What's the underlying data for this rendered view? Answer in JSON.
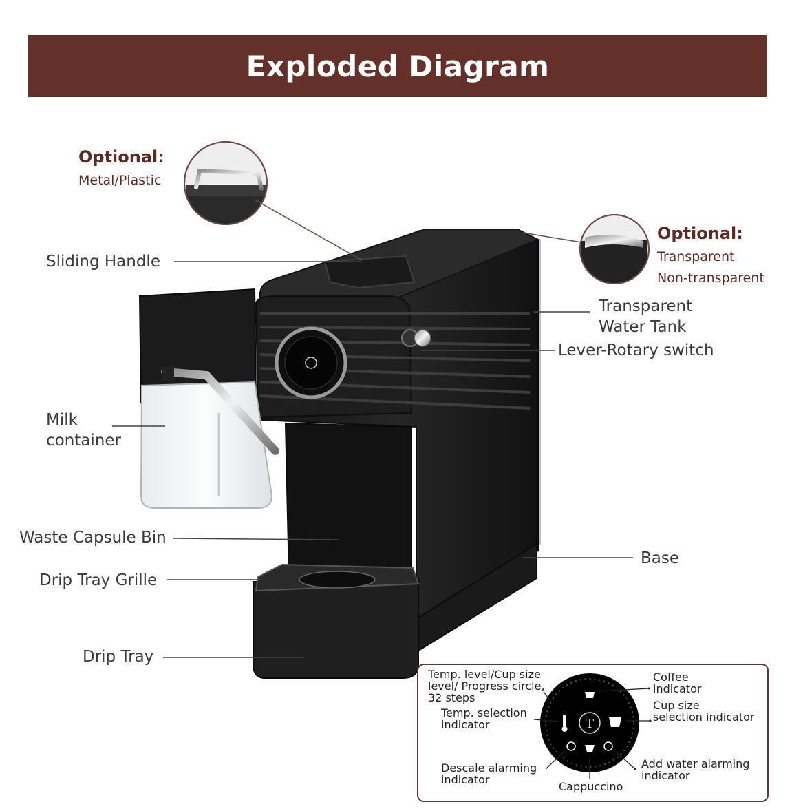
{
  "title": "Exploded Diagram",
  "optional_handle": {
    "heading": "Optional:",
    "option": "Metal/Plastic"
  },
  "optional_tank": {
    "heading": "Optional:",
    "options": [
      "Transparent",
      "Non-transparent"
    ]
  },
  "labels": {
    "sliding_handle": "Sliding Handle",
    "water_tank": [
      "Transparent",
      "Water Tank"
    ],
    "lever_switch": "Lever-Rotary switch",
    "milk_container": [
      "Milk",
      "container"
    ],
    "waste_bin": "Waste Capsule Bin",
    "base": "Base",
    "grille": "Drip Tray Grille",
    "drip_tray": "Drip Tray"
  },
  "panel": {
    "temp_level": [
      "Temp. level/Cup size",
      "level/ Progress circle,",
      "32 steps"
    ],
    "temp_select": [
      "Temp. selection",
      "indicator"
    ],
    "descale": [
      "Descale alarming",
      "indicator"
    ],
    "cappuccino": "Cappuccino",
    "coffee": [
      "Coffee",
      "indicator"
    ],
    "cup_size": [
      "Cup size",
      "selection indicator"
    ],
    "add_water": [
      "Add water alarming",
      "indicator"
    ]
  },
  "colors": {
    "banner": "#64302a",
    "accent": "#5a2a25",
    "machine": "#1d1d1d"
  }
}
